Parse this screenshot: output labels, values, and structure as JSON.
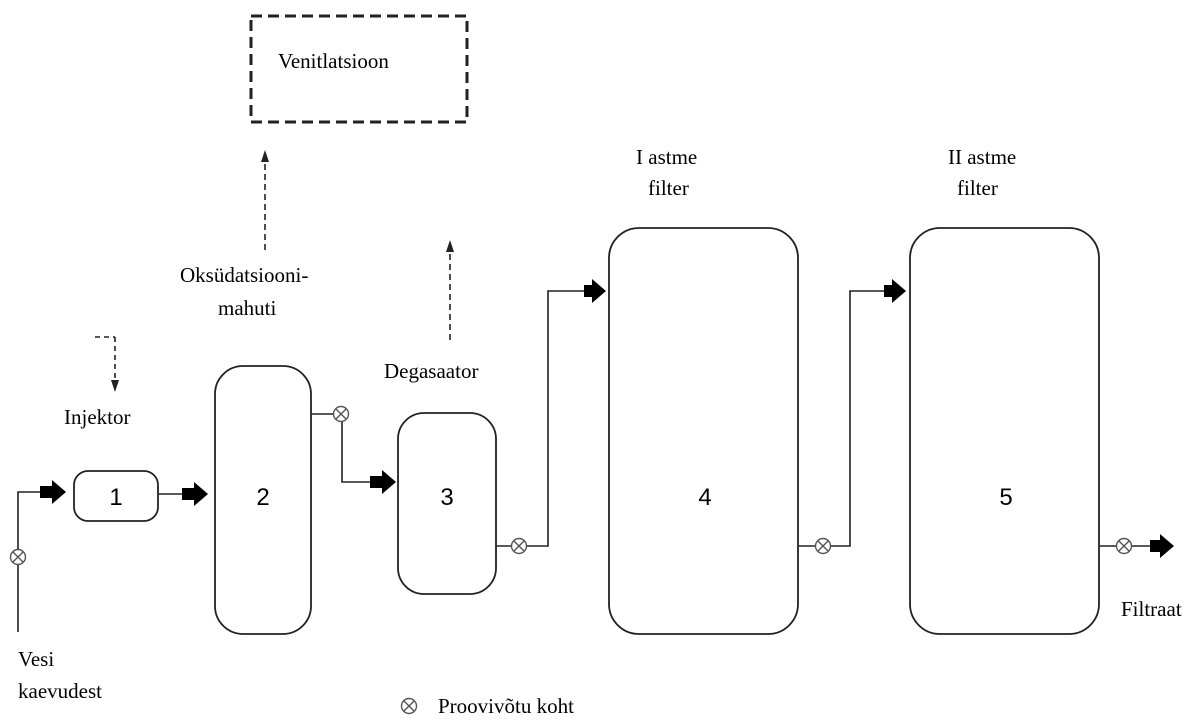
{
  "labels": {
    "ventilation": "Venitlatsioon",
    "oxidation_line1": "Oksüdatsiooni-",
    "oxidation_line2": "mahuti",
    "injector": "Injektor",
    "degasser": "Degasaator",
    "filter1_line1": "I astme",
    "filter1_line2": "filter",
    "filter2_line1": "II astme",
    "filter2_line2": "filter",
    "source_line1": "Vesi",
    "source_line2": "kaevudest",
    "output": "Filtraat",
    "legend_sampling": "Proovivõtu koht"
  },
  "units": {
    "u1": "1",
    "u2": "2",
    "u3": "3",
    "u4": "4",
    "u5": "5"
  }
}
